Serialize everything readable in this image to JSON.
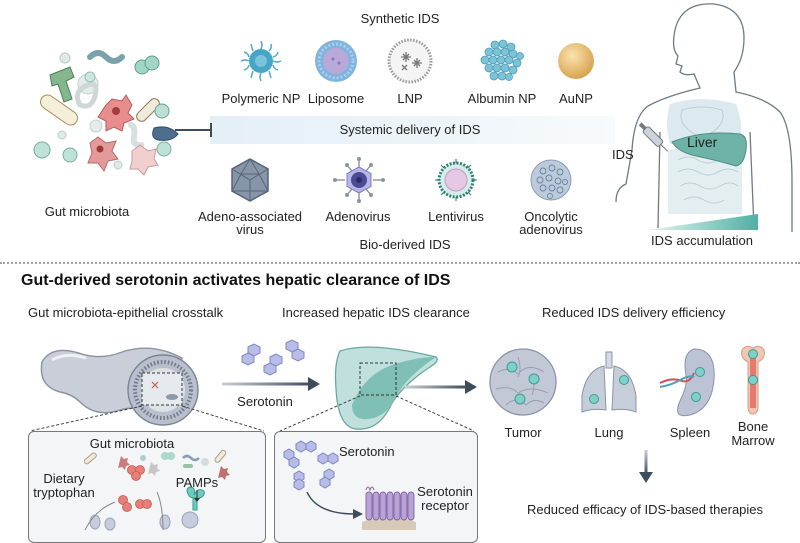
{
  "top_panel": {
    "synthetic_heading": "Synthetic IDS",
    "synthetic_ids": [
      {
        "label": "Polymeric NP",
        "icon": "polymeric-np-icon"
      },
      {
        "label": "Liposome",
        "icon": "liposome-icon"
      },
      {
        "label": "LNP",
        "icon": "lnp-icon"
      },
      {
        "label": "Albumin NP",
        "icon": "albumin-np-icon"
      },
      {
        "label": "AuNP",
        "icon": "aunp-icon"
      }
    ],
    "delivery_label": "Systemic delivery of IDS",
    "gut_label": "Gut microbiota",
    "bio_heading": "Bio-derived IDS",
    "bio_ids": [
      {
        "label": "Adeno-associated",
        "label2": "virus",
        "icon": "aav-icon"
      },
      {
        "label": "Adenovirus",
        "label2": "",
        "icon": "adenovirus-icon"
      },
      {
        "label": "Lentivirus",
        "label2": "",
        "icon": "lentivirus-icon"
      },
      {
        "label": "Oncolytic",
        "label2": "adenovirus",
        "icon": "oncolytic-adenovirus-icon"
      }
    ],
    "body": {
      "ids_label": "IDS",
      "liver_label": "Liver",
      "accumulation_label": "IDS accumulation"
    }
  },
  "bottom_panel": {
    "title": "Gut-derived serotonin activates hepatic clearance of IDS",
    "steps": [
      "Gut microbiota-epithelial crosstalk",
      "Increased hepatic IDS clearance",
      "Reduced IDS delivery efficiency"
    ],
    "serotonin_arrow_label": "Serotonin",
    "organs": [
      {
        "label": "Tumor",
        "label2": ""
      },
      {
        "label": "Lung",
        "label2": ""
      },
      {
        "label": "Spleen",
        "label2": ""
      },
      {
        "label": "Bone",
        "label2": "Marrow"
      }
    ],
    "outcome": "Reduced efficacy of IDS-based therapies",
    "gut_inset": {
      "heading": "Gut microbiota",
      "dietary": "Dietary",
      "tryptophan": "tryptophan",
      "pamps": "PAMPs"
    },
    "liver_inset": {
      "serotonin": "Serotonin",
      "receptor1": "Serotonin",
      "receptor2": "receptor"
    }
  },
  "colors": {
    "teal": "#5fb8b0",
    "liver": "#8fc9c2",
    "arrow": "#3e4d5c",
    "serotonin": "#b8bde8"
  }
}
